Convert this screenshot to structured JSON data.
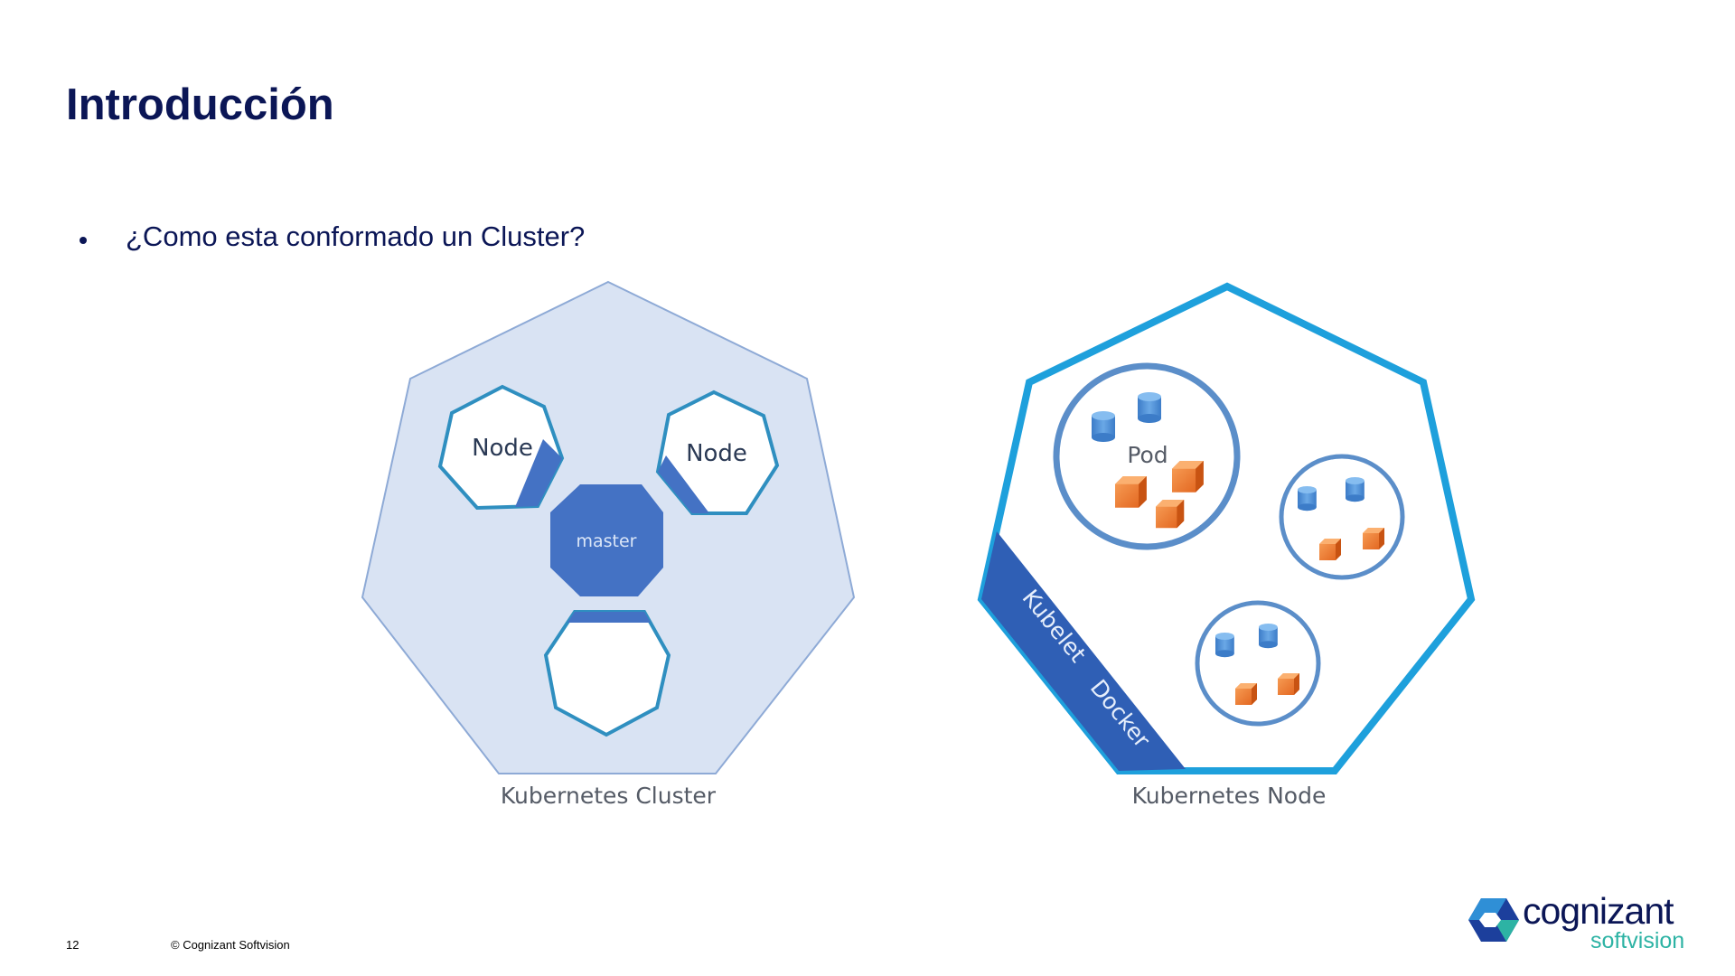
{
  "slide": {
    "title": "Introducción",
    "bullet": "¿Como esta conformado un Cluster?",
    "page_number": "12",
    "copyright": "© Cognizant Softvision"
  },
  "diagram_cluster": {
    "caption": "Kubernetes Cluster",
    "node_label_1": "Node",
    "node_label_2": "Node",
    "master_label": "master"
  },
  "diagram_node": {
    "caption": "Kubernetes Node",
    "pod_label": "Pod",
    "kubelet_label": "Kubelet",
    "docker_label": "Docker"
  },
  "logo": {
    "brand": "cognizant",
    "sub": "softvision"
  },
  "colors": {
    "title": "#0b1656",
    "cluster_fill": "#d9e3f3",
    "cluster_stroke": "#8eaad6",
    "node_stroke": "#2f8fc0",
    "master_fill": "#4472c4",
    "k8s_node_stroke": "#1ea0dc",
    "band_fill": "#2f5fb5",
    "pod_stroke": "#5b8ec9",
    "cube_orange": "#f07b28",
    "cylinder_blue": "#4d8fd6",
    "logo_teal": "#2db3a4"
  }
}
